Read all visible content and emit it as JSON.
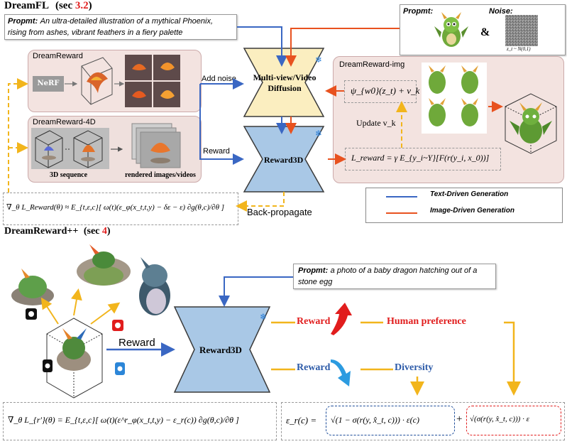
{
  "colors": {
    "blue": "#3a67c3",
    "orange": "#e8521f",
    "yellow": "#f2b51c",
    "red_text": "#e11d1d",
    "panel_pink": "#f3e3e0",
    "panel_pink2": "#efe0dd",
    "hourglass_yellow": "#fbeec0",
    "hourglass_blue": "#a9c8e6"
  },
  "top": {
    "title": "DreamFL",
    "sec_prefix": "(sec",
    "sec_number": "3.2",
    "sec_suffix": ")",
    "prompt_label": "Propmt:",
    "prompt_text": "An ultra-detailed illustration of a mythical Phoenix, rising from ashes, vibrant feathers in a fiery palette",
    "noise_box": {
      "prompt_label": "Propmt:",
      "noise_label": "Noise:",
      "ampersand": "&",
      "noise_formula": "z_t ~ N(0,1)"
    },
    "dreamreward": {
      "title": "DreamReward",
      "nerf_label": "NeRF"
    },
    "dreamreward4d": {
      "title": "DreamReward-4D",
      "caption_left": "3D sequence",
      "caption_right": "rendered images/videos"
    },
    "dreamreward_img": {
      "title": "DreamReward-img",
      "psi_formula": "ψ_{w0}(z_t) + v_k",
      "update_label": "Update v_k",
      "loss_formula": "L_reward = γ E_{y_i~Y}[F(r(y_i, x_0))]"
    },
    "add_noise": "Add noise",
    "reward": "Reward",
    "diffusion_label": "Multi-view/Video Diffusion",
    "reward3d_label": "Reward3D",
    "back_propagate": "Back-propagate",
    "grad_formula": "∇_θ L_Reward(θ) ≈ E_{t,ε,c}[ ω(t)(ε_φ(x_t,t,y) − δε − ε) ∂g(θ,c)/∂θ ]",
    "legend": {
      "text_driven": "Text-Driven Generation",
      "image_driven": "Image-Driven Generation"
    }
  },
  "bottom": {
    "title": "DreamReward++",
    "sec_prefix": "(sec",
    "sec_number": "4",
    "sec_suffix": ")",
    "prompt_label": "Propmt:",
    "prompt_text": "a photo of a baby dragon hatching out of a stone egg",
    "reward_arrow_label": "Reward",
    "reward3d_label": "Reward3D",
    "reward_up": "Reward",
    "human_preference": "Human preference",
    "reward_down": "Reward",
    "diversity": "Diversity",
    "grad_formula": "∇_θ L_{r'}(θ) = E_{t,ε,c}[ ω(t)(ε^r_φ(x_t,t,y) − ε_r(c)) ∂g(θ,c)/∂θ ]",
    "eps_formula_left": "ε_r(c) =",
    "eps_formula_blue": "√(1 − σ(r(y, x̂_t, c))) · ε(c)",
    "plus": "+",
    "eps_formula_red": "√(σ(r(y, x̂_t, c))) · ε"
  }
}
